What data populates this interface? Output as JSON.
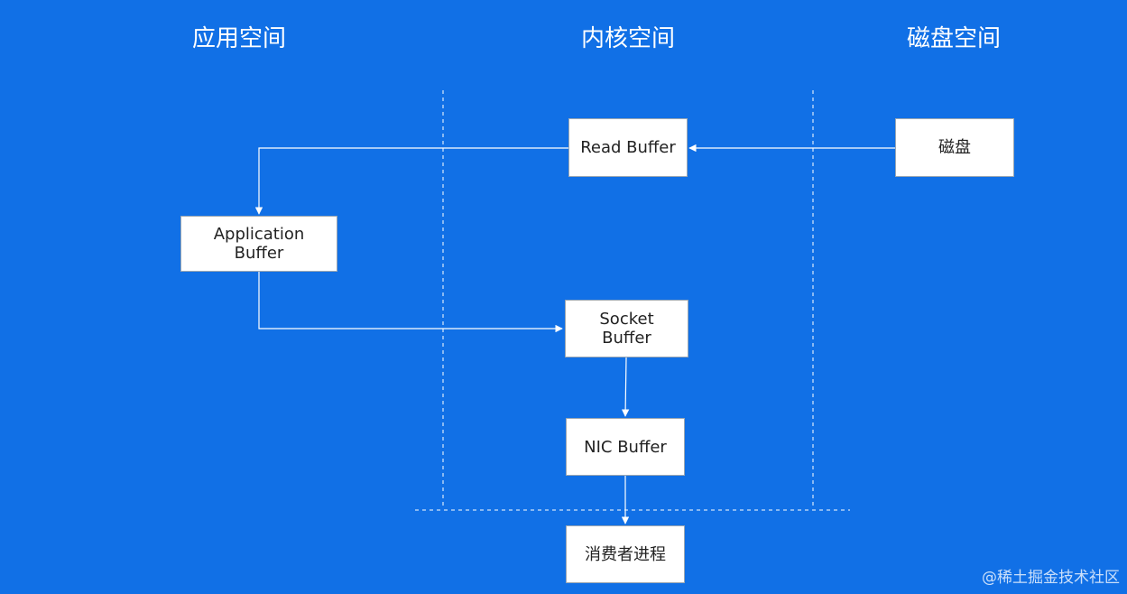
{
  "columns": {
    "app_space": "应用空间",
    "kernel_space": "内核空间",
    "disk_space": "磁盘空间"
  },
  "nodes": {
    "read_buffer": "Read Buffer",
    "disk": "磁盘",
    "application_buffer_line1": "Application",
    "application_buffer_line2": "Buffer",
    "socket_buffer_line1": "Socket",
    "socket_buffer_line2": "Buffer",
    "nic_buffer": "NIC Buffer",
    "consumer_process": "消费者进程"
  },
  "watermark": "@稀土掘金技术社区",
  "colors": {
    "background": "#1170e6",
    "box_fill": "#ffffff",
    "line": "#ffffff"
  }
}
